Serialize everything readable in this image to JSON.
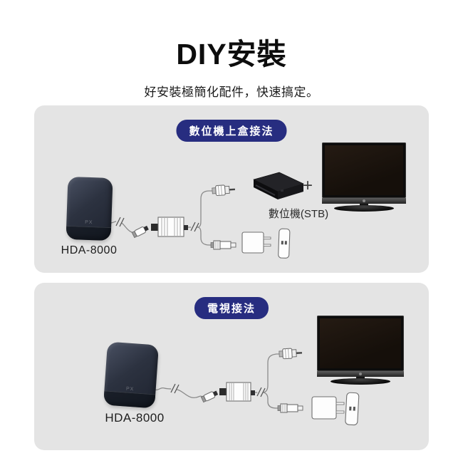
{
  "page": {
    "title": "DIY安裝",
    "subtitle": "好安裝極簡化配件，快速搞定。"
  },
  "colors": {
    "badge_bg": "#272d80",
    "panel_bg": "#e4e4e4",
    "antenna_body": "#2c3240",
    "wire_color": "#8a8a8a"
  },
  "sections": [
    {
      "badge": "數位機上盒接法",
      "antenna_label": "HDA-8000",
      "antenna_logo": "PX",
      "stb_label": "數位機(STB)",
      "plus_sign": "+"
    },
    {
      "badge": "電視接法",
      "antenna_label": "HDA-8000",
      "antenna_logo": "PX"
    }
  ]
}
